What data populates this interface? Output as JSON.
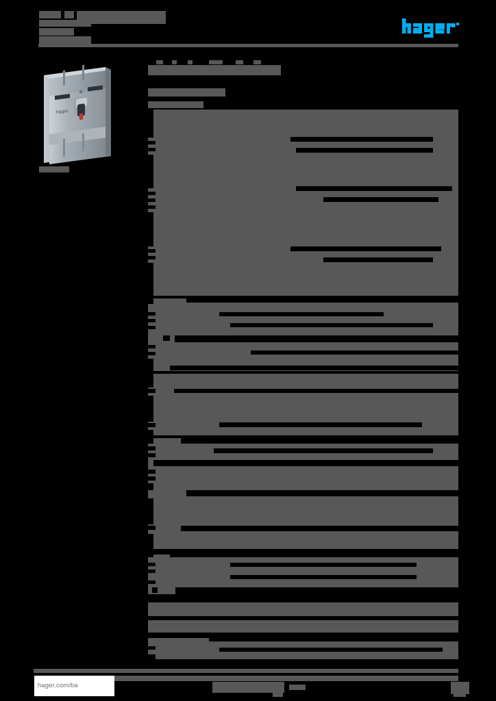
{
  "document": {
    "type": "product-datasheet",
    "brand": "hager",
    "page_background": "#000000",
    "redaction_color": "#585858",
    "redaction_color_dark": "#000000",
    "accent_color": "#00AEEF",
    "note": "All textual content on this datasheet page is redacted; only the brand logo, product photograph and the footer URL remain legible."
  },
  "header": {
    "title_redacted": true,
    "subtitle_redacted": true,
    "rule_color": "#585858",
    "logo": {
      "name": "hager",
      "text": "hager",
      "color": "#00AEEF",
      "icon": "hager-logo"
    }
  },
  "product": {
    "image_icon": "mccb-circuit-breaker-photo",
    "image_alt": "Moulded case circuit breaker, 3-pole, grey housing with black toggle handle",
    "reference_redacted": true,
    "colors": {
      "body_light": "#b6bcc0",
      "body_mid": "#9aa2a8",
      "body_dark": "#7d868d",
      "handle": "#2d3338",
      "accent_red": "#c0392b"
    }
  },
  "main": {
    "heading_redacted": true,
    "subheading_redacted": true,
    "sections": [
      {
        "label_redacted": true,
        "rows_redacted": true
      },
      {
        "label_redacted": true,
        "rows_redacted": true
      },
      {
        "label_redacted": true,
        "rows_redacted": true
      },
      {
        "label_redacted": true,
        "rows_redacted": true
      },
      {
        "label_redacted": true,
        "rows_redacted": true
      },
      {
        "label_redacted": true,
        "rows_redacted": true
      }
    ]
  },
  "footer": {
    "url": "hager.com/ba",
    "url_background": "#ffffff",
    "url_color": "#6d6d6d",
    "center_text_redacted": true,
    "page_number_redacted": true,
    "rule_color": "#585858"
  }
}
